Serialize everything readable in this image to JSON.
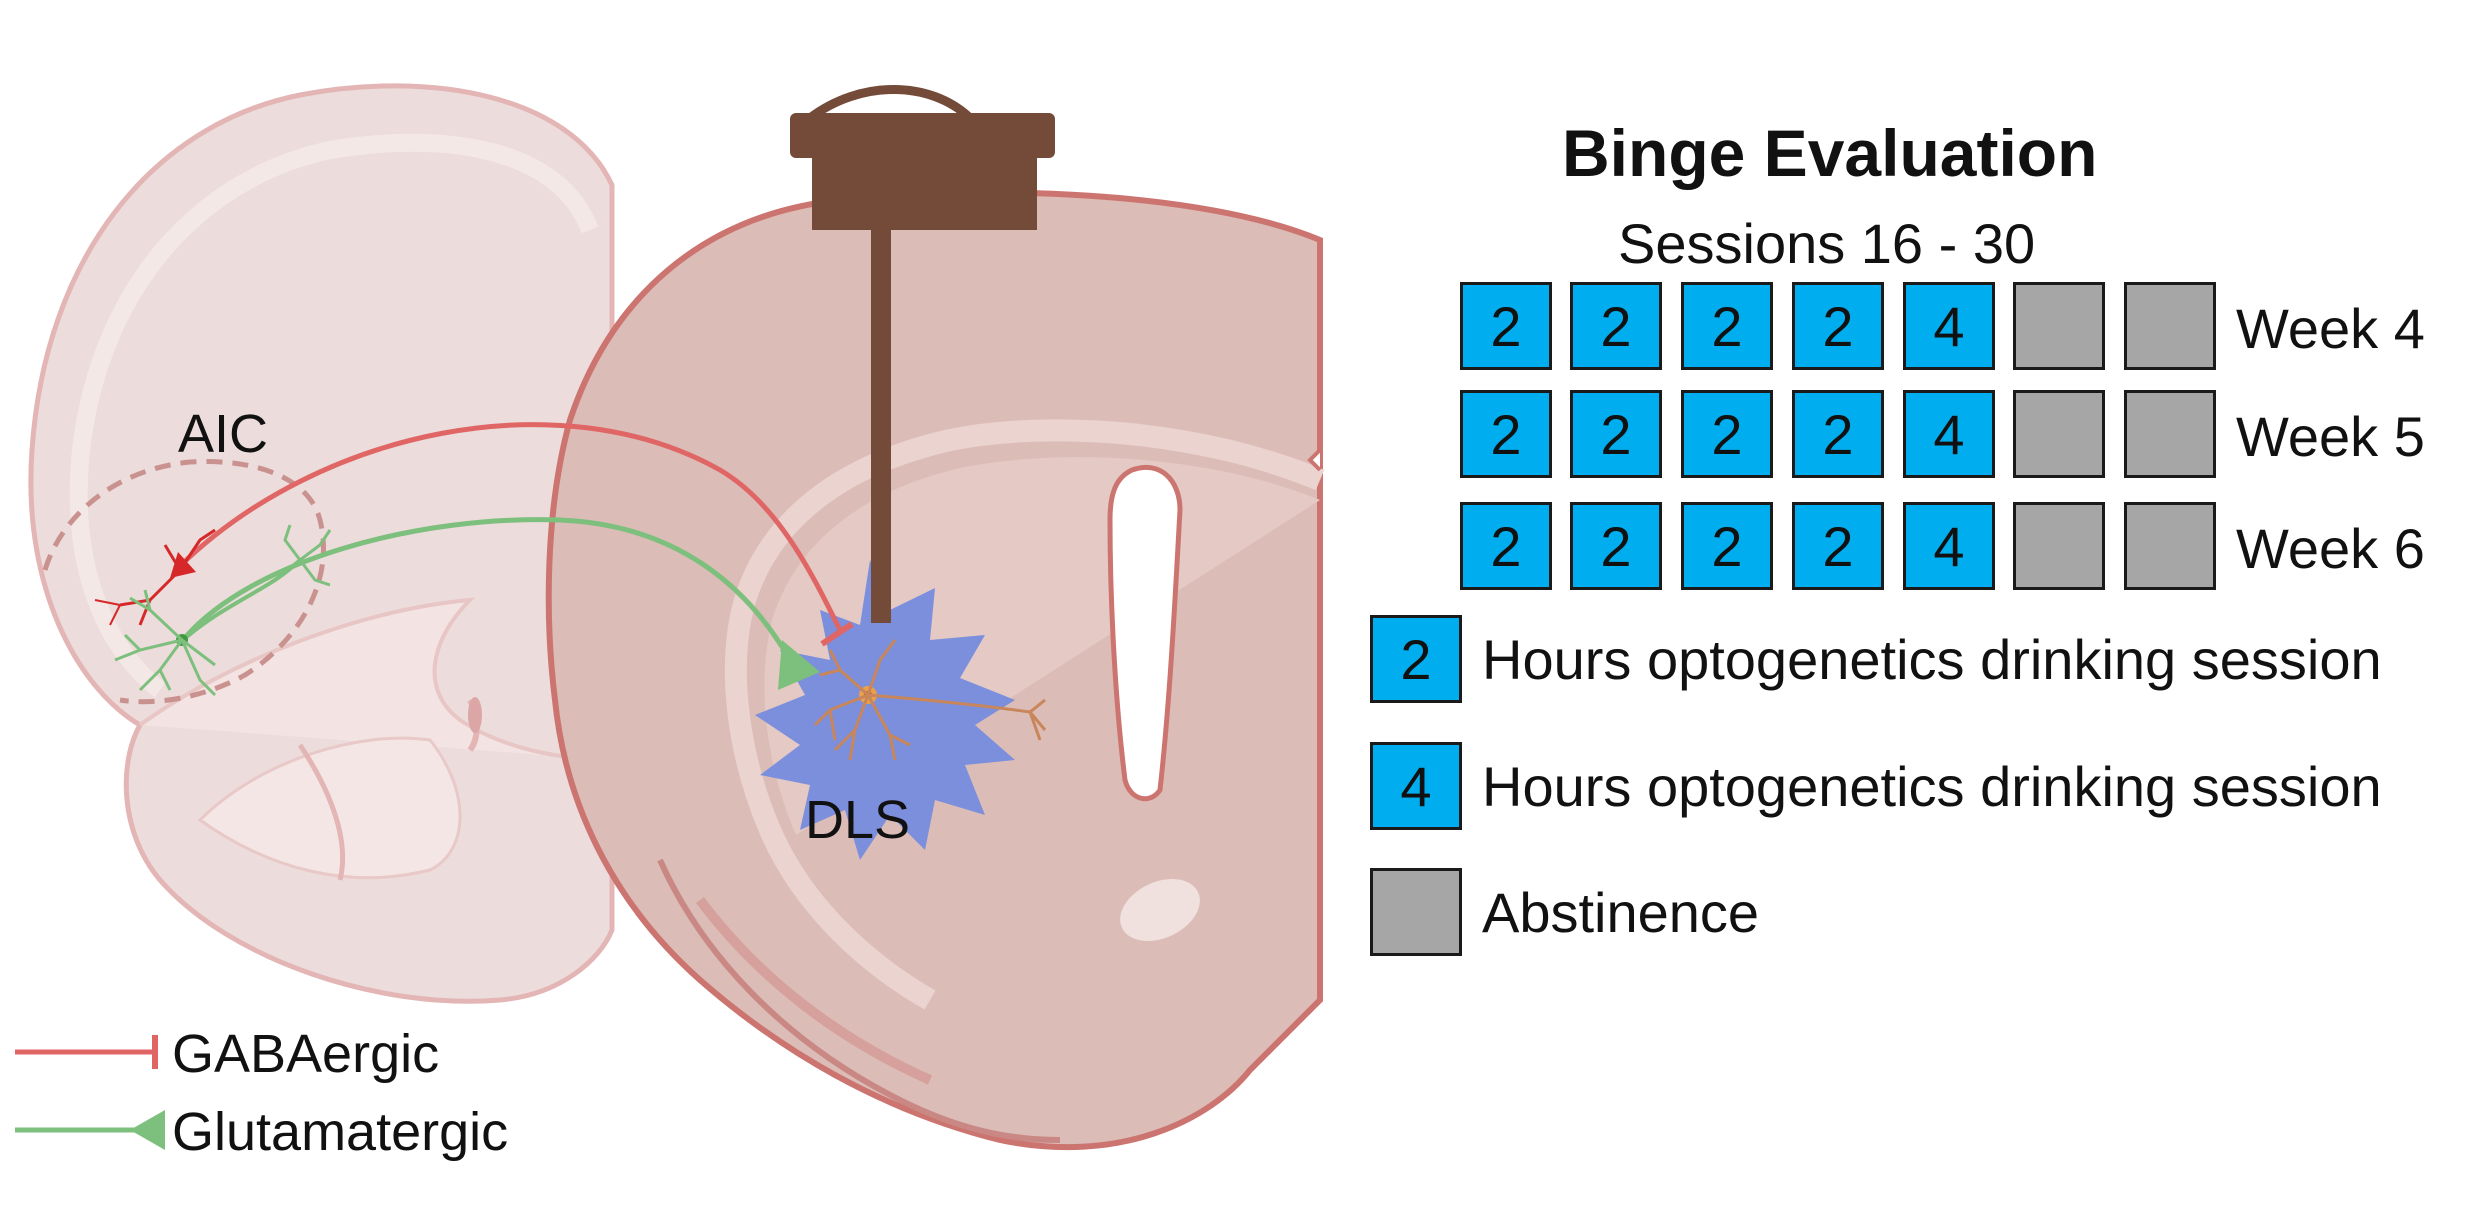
{
  "diagram": {
    "region_labels": {
      "aic": "AIC",
      "dls": "DLS"
    },
    "pathway_legend": [
      {
        "label": "GABAergic",
        "color": "#e06666",
        "ending": "bar"
      },
      {
        "label": "Glutamatergic",
        "color": "#7dbf7d",
        "ending": "triangle"
      }
    ]
  },
  "schedule": {
    "title": "Binge Evaluation",
    "subtitle": "Sessions 16 - 30",
    "weeks": [
      {
        "label": "Week 4",
        "days": [
          "2",
          "2",
          "2",
          "2",
          "4",
          "",
          ""
        ]
      },
      {
        "label": "Week 5",
        "days": [
          "2",
          "2",
          "2",
          "2",
          "4",
          "",
          ""
        ]
      },
      {
        "label": "Week 6",
        "days": [
          "2",
          "2",
          "2",
          "2",
          "4",
          "",
          ""
        ]
      }
    ],
    "legend": [
      {
        "box": "2",
        "label": "Hours optogenetics drinking session"
      },
      {
        "box": "4",
        "label": "Hours optogenetics drinking session"
      },
      {
        "box": "",
        "label": "Abstinence"
      }
    ]
  },
  "colors": {
    "session": "#00aeef",
    "abstinence": "#a6a6a6",
    "gabaergic": "#e06666",
    "glutamatergic": "#7dbf7d",
    "stimulation": "#7b8fdc",
    "implant": "#744a39"
  }
}
